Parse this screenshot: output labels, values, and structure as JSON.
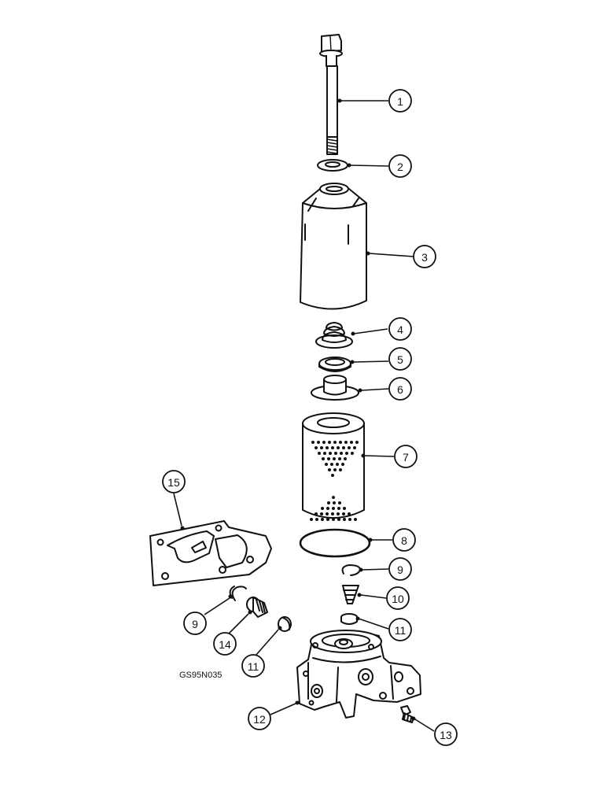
{
  "diagram": {
    "reference_code": "GS95N035",
    "callouts": [
      {
        "id": "c1",
        "label": "1"
      },
      {
        "id": "c2",
        "label": "2"
      },
      {
        "id": "c3",
        "label": "3"
      },
      {
        "id": "c4",
        "label": "4"
      },
      {
        "id": "c5",
        "label": "5"
      },
      {
        "id": "c6",
        "label": "6"
      },
      {
        "id": "c7",
        "label": "7"
      },
      {
        "id": "c8",
        "label": "8"
      },
      {
        "id": "c9a",
        "label": "9"
      },
      {
        "id": "c10",
        "label": "10"
      },
      {
        "id": "c11a",
        "label": "11"
      },
      {
        "id": "c15",
        "label": "15"
      },
      {
        "id": "c9b",
        "label": "9"
      },
      {
        "id": "c14",
        "label": "14"
      },
      {
        "id": "c11b",
        "label": "11"
      },
      {
        "id": "c12",
        "label": "12"
      },
      {
        "id": "c13",
        "label": "13"
      }
    ]
  }
}
